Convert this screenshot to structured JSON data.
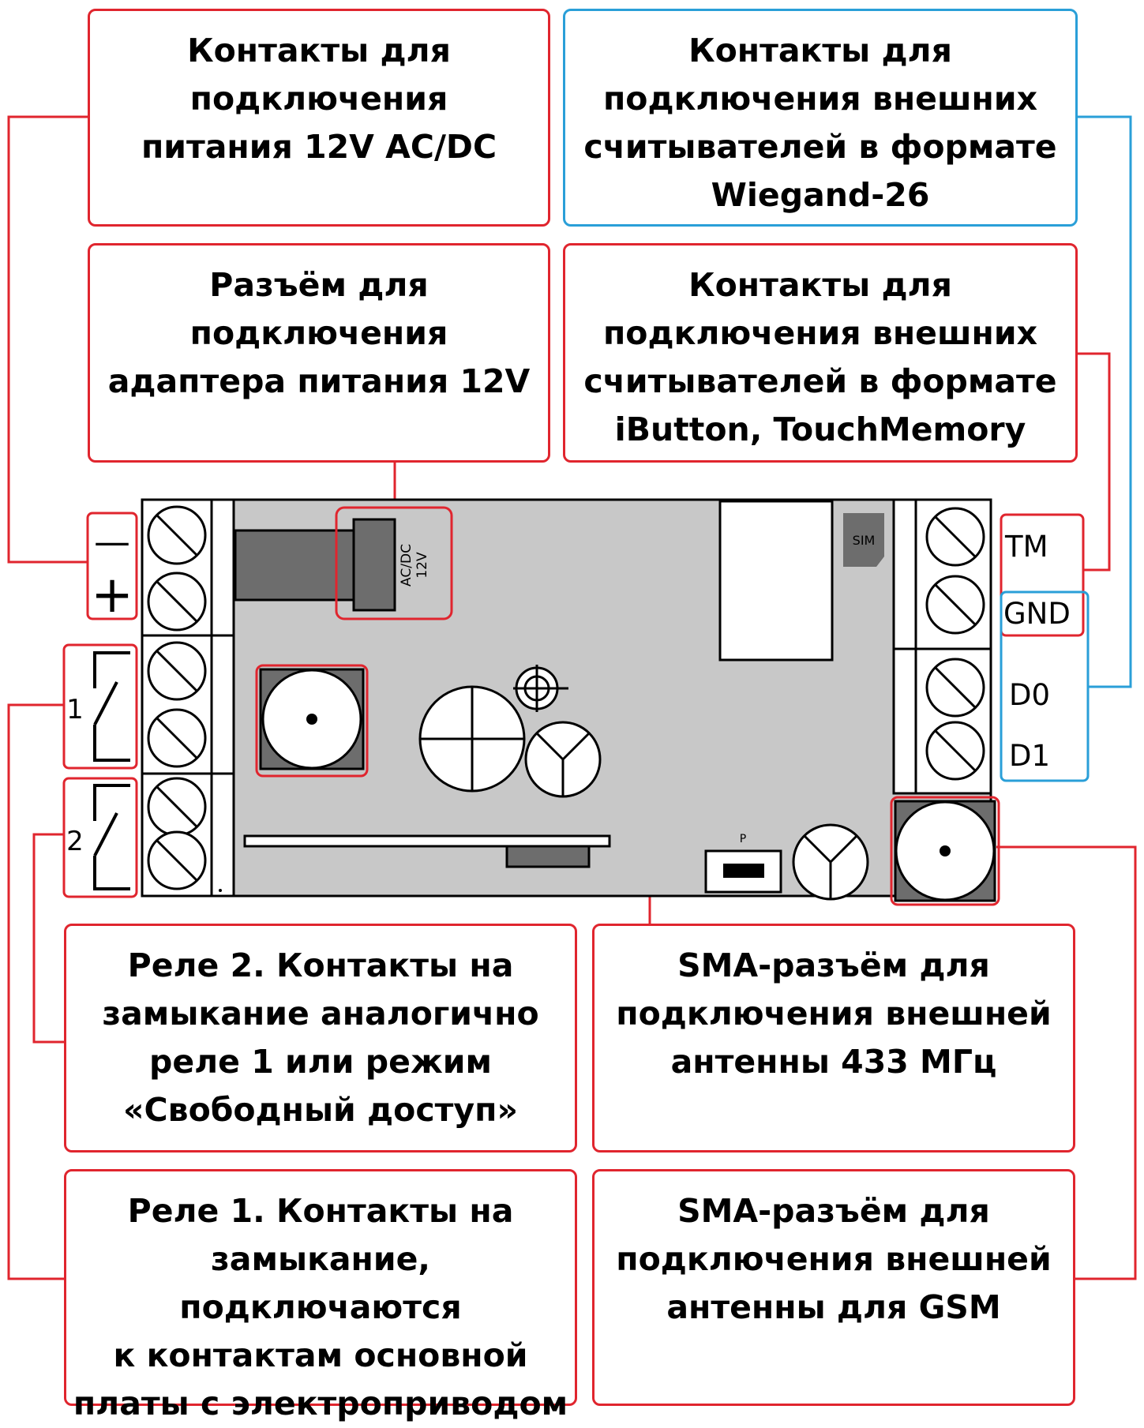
{
  "callouts": {
    "power_contacts": "Контакты для\nподключения\nпитания 12V AC/DC",
    "wiegand_contacts": "Контакты для\nподключения внешних\nсчитывателей в формате\nWiegand-26",
    "adapter_jack": "Разъём для\nподключения\nадаптера питания 12V",
    "ibutton_contacts": "Контакты для\nподключения внешних\nсчитывателей в формате\niButton, TouchMemory",
    "relay2": "Реле 2. Контакты на\nзамыкание аналогично\nреле 1 или режим\n«Свободный доступ»",
    "sma_433": "SMA-разъём для\nподключения внешней\nантенны 433 МГц",
    "relay1": "Реле 1. Контакты на\nзамыкание, подключаются\nк контактам основной\nплаты с электроприводом",
    "sma_gsm": "SMA-разъём для\nподключения внешней\nантенны для GSM"
  },
  "board": {
    "power_minus": "—",
    "power_plus": "+",
    "relay1_num": "1",
    "relay2_num": "2",
    "jack_label_1": "AC/DC",
    "jack_label_2": "12V",
    "sim_label": "SIM",
    "jumper_label": "P",
    "pin_tm": "TM",
    "pin_gnd": "GND",
    "pin_d0": "D0",
    "pin_d1": "D1"
  },
  "colors": {
    "accent_red": "#e0252e",
    "accent_blue": "#2a9fd8",
    "board_gray": "#c8c8c8",
    "dark_gray": "#6d6d6d"
  }
}
